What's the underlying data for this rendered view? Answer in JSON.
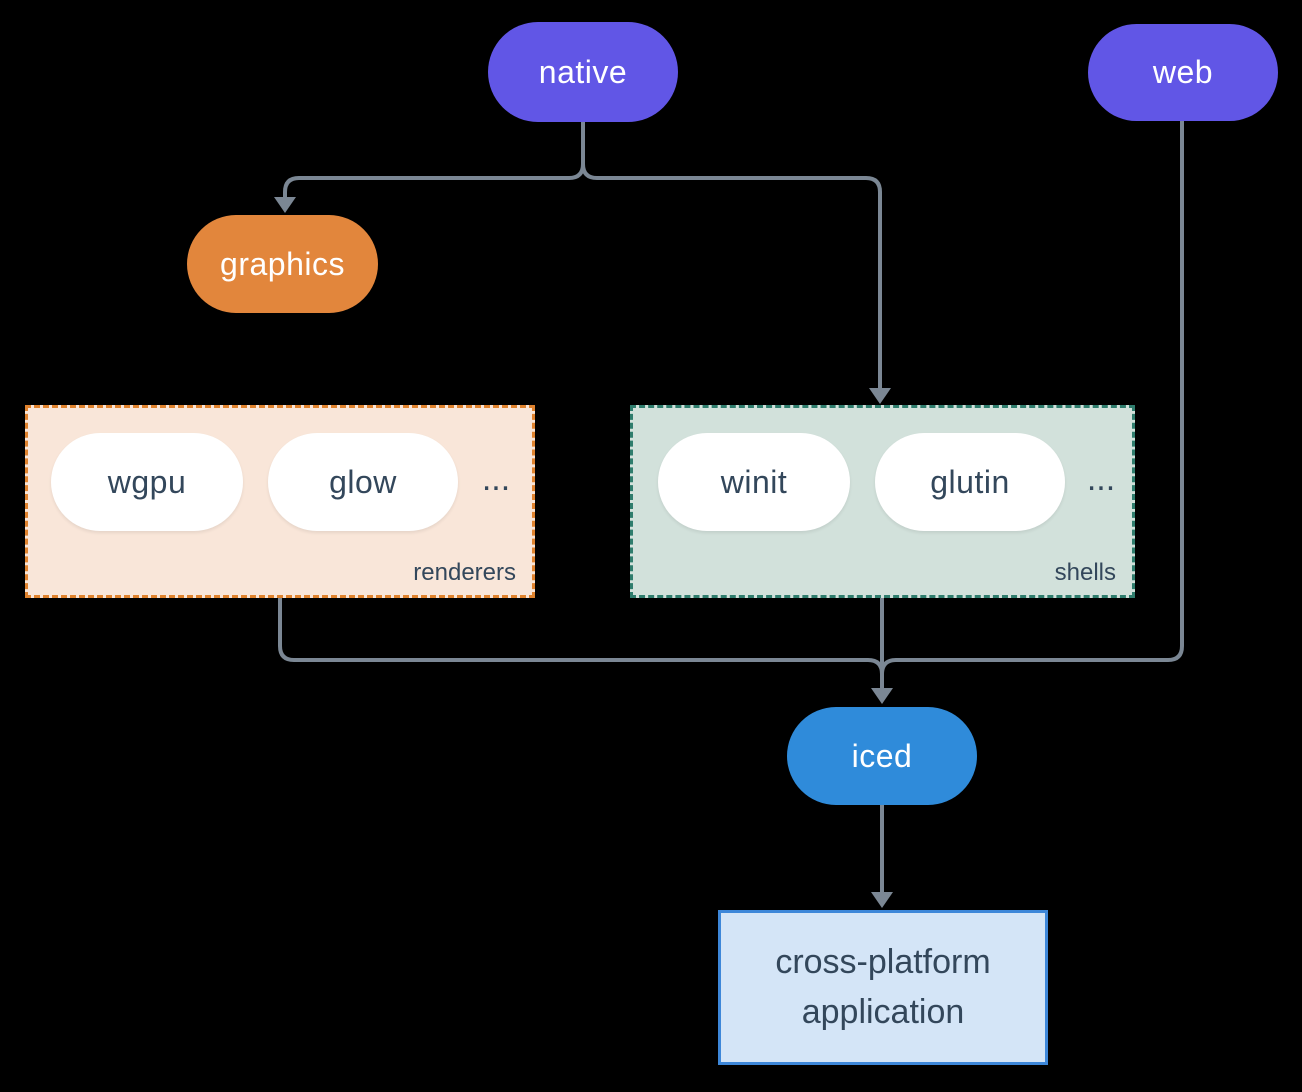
{
  "colors": {
    "background": "#000000",
    "line": "#7b8794",
    "purple": "#6156e6",
    "orange": "#e2863c",
    "blue": "#2f8bda",
    "renderers_bg": "#f9e6d9",
    "renderers_border": "#e0832e",
    "shells_bg": "#d2e1db",
    "shells_border": "#2f7d6d",
    "pill_bg": "#ffffff",
    "dark_text": "#33475b",
    "app_bg": "#d4e5f7",
    "app_border": "#3d87d9",
    "white_text": "#ffffff"
  },
  "nodes": {
    "native": {
      "label": "native"
    },
    "web": {
      "label": "web"
    },
    "graphics": {
      "label": "graphics"
    },
    "iced": {
      "label": "iced"
    },
    "application": {
      "line1": "cross-platform",
      "line2": "application"
    }
  },
  "groups": {
    "renderers": {
      "label": "renderers",
      "items": [
        {
          "label": "wgpu"
        },
        {
          "label": "glow"
        }
      ],
      "ellipsis": "..."
    },
    "shells": {
      "label": "shells",
      "items": [
        {
          "label": "winit"
        },
        {
          "label": "glutin"
        }
      ],
      "ellipsis": "..."
    }
  }
}
